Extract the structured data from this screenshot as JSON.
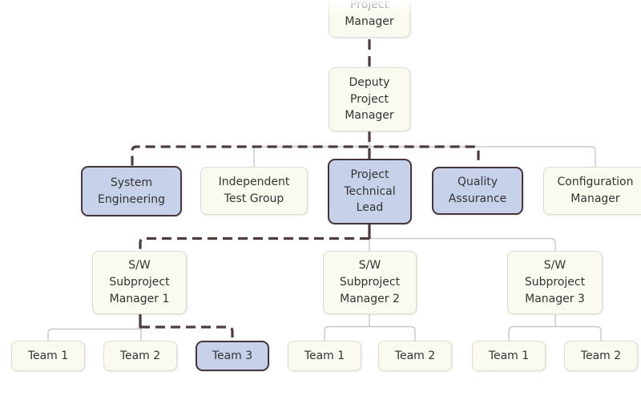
{
  "colors": {
    "node_fill": "#FBFAF0",
    "node_border": "#DBDBD2",
    "highlight_fill": "#C7D1E9",
    "highlight_border": "#46363A",
    "connector": "#C8C8C8",
    "path_dark": "#4E3C3E",
    "text": "#333333"
  },
  "nodes": [
    {
      "id": "project-manager",
      "label": "Project\nManager",
      "highlighted": false
    },
    {
      "id": "deputy-project-manager",
      "label": "Deputy\nProject\nManager",
      "highlighted": false
    },
    {
      "id": "system-engineering",
      "label": "System\nEngineering",
      "highlighted": true
    },
    {
      "id": "independent-test-group",
      "label": "Independent\nTest Group",
      "highlighted": false
    },
    {
      "id": "project-technical-lead",
      "label": "Project\nTechnical\nLead",
      "highlighted": true
    },
    {
      "id": "quality-assurance",
      "label": "Quality\nAssurance",
      "highlighted": true
    },
    {
      "id": "configuration-manager",
      "label": "Configuration\nManager",
      "highlighted": false
    },
    {
      "id": "sw-subproject-manager-1",
      "label": "S/W\nSubproject\nManager 1",
      "highlighted": false
    },
    {
      "id": "sw-subproject-manager-2",
      "label": "S/W\nSubproject\nManager 2",
      "highlighted": false
    },
    {
      "id": "sw-subproject-manager-3",
      "label": "S/W\nSubproject\nManager 3",
      "highlighted": false
    },
    {
      "id": "team-1-sub1",
      "label": "Team 1",
      "highlighted": false
    },
    {
      "id": "team-2-sub1",
      "label": "Team 2",
      "highlighted": false
    },
    {
      "id": "team-3-sub1",
      "label": "Team 3",
      "highlighted": true
    },
    {
      "id": "team-1-sub2",
      "label": "Team 1",
      "highlighted": false
    },
    {
      "id": "team-2-sub2",
      "label": "Team 2",
      "highlighted": false
    },
    {
      "id": "team-1-sub3",
      "label": "Team 1",
      "highlighted": false
    },
    {
      "id": "team-2-sub3",
      "label": "Team 2",
      "highlighted": false
    }
  ]
}
